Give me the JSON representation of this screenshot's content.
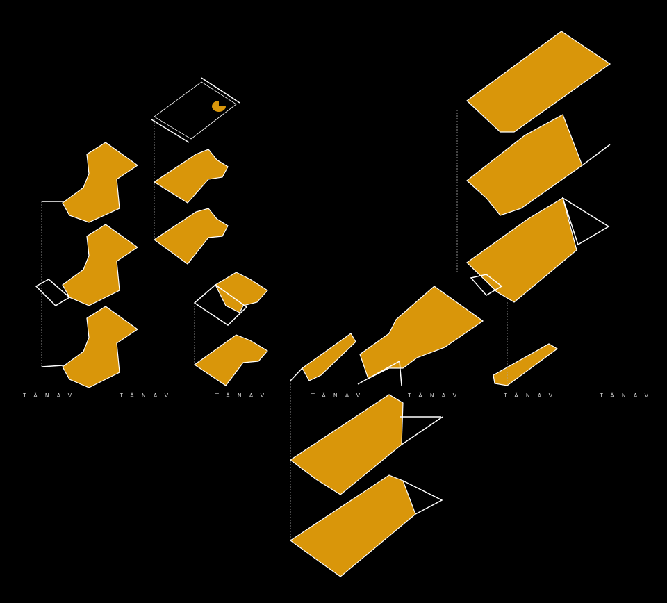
{
  "diagram": {
    "street_labels": [
      "TÄNAV",
      "TÄNAV",
      "TÄNAV",
      "TÄNAV",
      "TÄNAV",
      "TÄNAV",
      "TÄNAV"
    ],
    "floor_color": "#D9960A"
  }
}
